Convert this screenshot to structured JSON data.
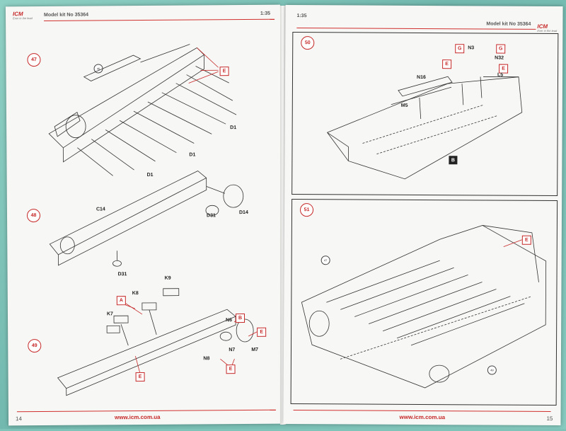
{
  "left_page": {
    "header_model": "Model kit No 35364",
    "header_scale": "1:35",
    "footer_url": "www.icm.com.ua",
    "page_number": "14",
    "steps": [
      "47",
      "48",
      "49"
    ],
    "subassembly_refs": [
      "46"
    ],
    "step47_labels": {
      "e": "E",
      "d1_a": "D1",
      "d1_b": "D1",
      "d1_c": "D1"
    },
    "step48_labels": {
      "c14": "C14",
      "d31_a": "D31",
      "d14": "D14",
      "d31_b": "D31"
    },
    "step49_labels": {
      "k9": "K9",
      "k8": "K8",
      "a": "A",
      "k7": "K7",
      "n6": "N6",
      "b": "B",
      "e1": "E",
      "n7": "N7",
      "m7": "M7",
      "n8": "N8",
      "e2": "E",
      "e3": "E"
    }
  },
  "right_page": {
    "header_scale": "1:35",
    "header_model": "Model kit No 35364",
    "footer_url": "www.icm.com.ua",
    "page_number": "15",
    "steps": [
      "50",
      "51"
    ],
    "subassembly_refs": [
      "47",
      "49"
    ],
    "step50_labels": {
      "g1": "G",
      "n3": "N3",
      "g2": "G",
      "n32": "N32",
      "e1": "E",
      "e2": "E",
      "l5": "L5",
      "n16": "N16",
      "m5": "M5",
      "b": "B"
    },
    "step51_labels": {
      "e": "E"
    }
  },
  "brand": {
    "logo": "ICM",
    "tagline": "Ever in the lead"
  },
  "colors": {
    "accent": "#c62828",
    "background": "#7fc3b9"
  }
}
